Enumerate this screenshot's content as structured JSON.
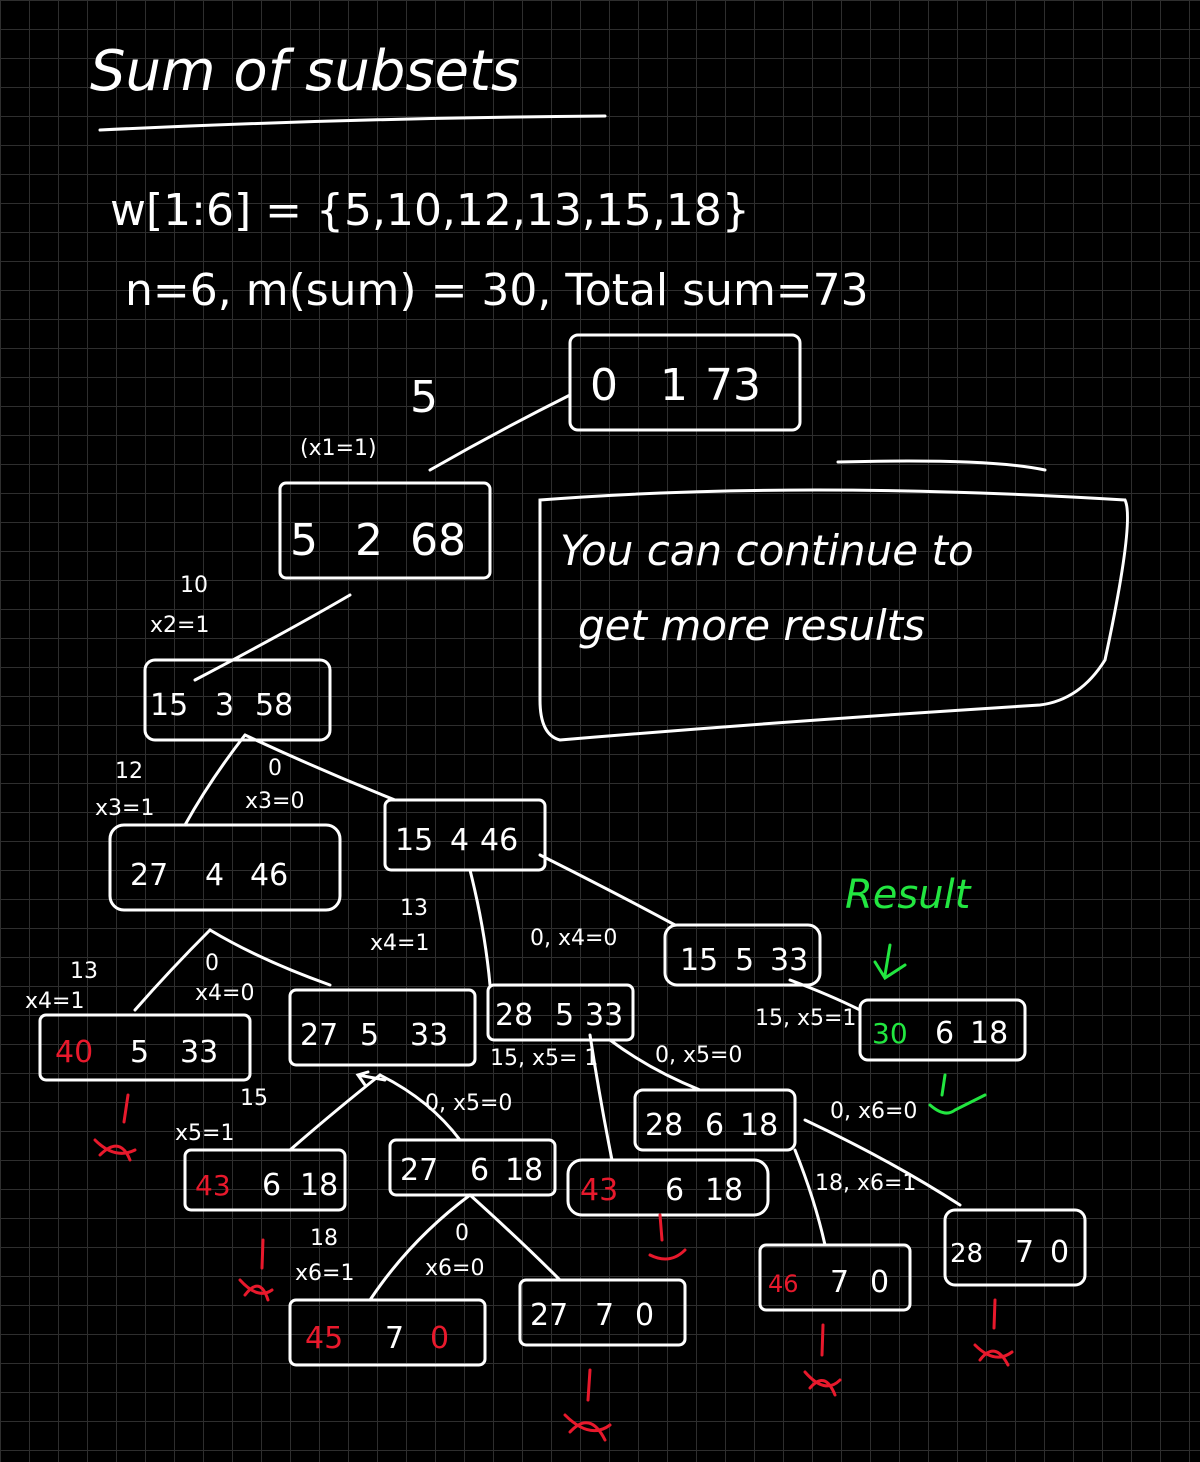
{
  "title": "Sum of subsets",
  "weights_line": "w[1:6] = {5,10,12,13,15,18}",
  "params_line": "n=6, m(sum) = 30, Total sum=73",
  "note": {
    "line1": "You can continue to",
    "line2": "get more results"
  },
  "result_label": "Result",
  "nodes": {
    "root": [
      "0",
      "1",
      "73"
    ],
    "n2": [
      "5",
      "2",
      "68"
    ],
    "n3": [
      "15",
      "3",
      "58"
    ],
    "n4a": [
      "27",
      "4",
      "46"
    ],
    "n4b": [
      "15",
      "4",
      "46"
    ],
    "n5a": [
      "40",
      "5",
      "33"
    ],
    "n5b": [
      "27",
      "5",
      "33"
    ],
    "n5c": [
      "28",
      "5",
      "33"
    ],
    "n5d": [
      "15",
      "5",
      "33"
    ],
    "n6a": [
      "43",
      "6",
      "18"
    ],
    "n6b": [
      "27",
      "6",
      "18"
    ],
    "n6c": [
      "43",
      "6",
      "18"
    ],
    "n6d": [
      "28",
      "6",
      "18"
    ],
    "n6e": [
      "30",
      "6",
      "18"
    ],
    "n7a": [
      "45",
      "7",
      "0"
    ],
    "n7b": [
      "27",
      "7",
      "0"
    ],
    "n7c": [
      "46",
      "7",
      "0"
    ],
    "n7d": [
      "28",
      "7",
      "0"
    ]
  },
  "edge_labels": {
    "e1_w": "5",
    "e1_x": "(x1=1)",
    "e2_w": "10",
    "e2_x": "x2=1",
    "e3_w": "12",
    "e3_x": "x3=1",
    "e3b_w": "0",
    "e3b_x": "x3=0",
    "e4a_w": "13",
    "e4a_x": "x4=1",
    "e4b_w": "0",
    "e4b_x": "x4=0",
    "e4c_w": "13",
    "e4c_x": "x4=1",
    "e4d_x": "0, x4=0",
    "e5a_w": "15",
    "e5a_x": "x5=1",
    "e5b_x": "0, x5=0",
    "e5c_x": "15, x5= 1",
    "e5d_x": "0, x5=0",
    "e5e_x": "15, x5=1",
    "e6a_w": "18",
    "e6a_x": "x6=1",
    "e6b_w": "0",
    "e6b_x": "x6=0",
    "e6c_x": "18, x6=1",
    "e6d_x": "0, x6=0"
  },
  "colors": {
    "background": "#000000",
    "grid": "#2e2e2e",
    "ink": "#ffffff",
    "bad": "#e8192c",
    "good": "#22e640"
  }
}
